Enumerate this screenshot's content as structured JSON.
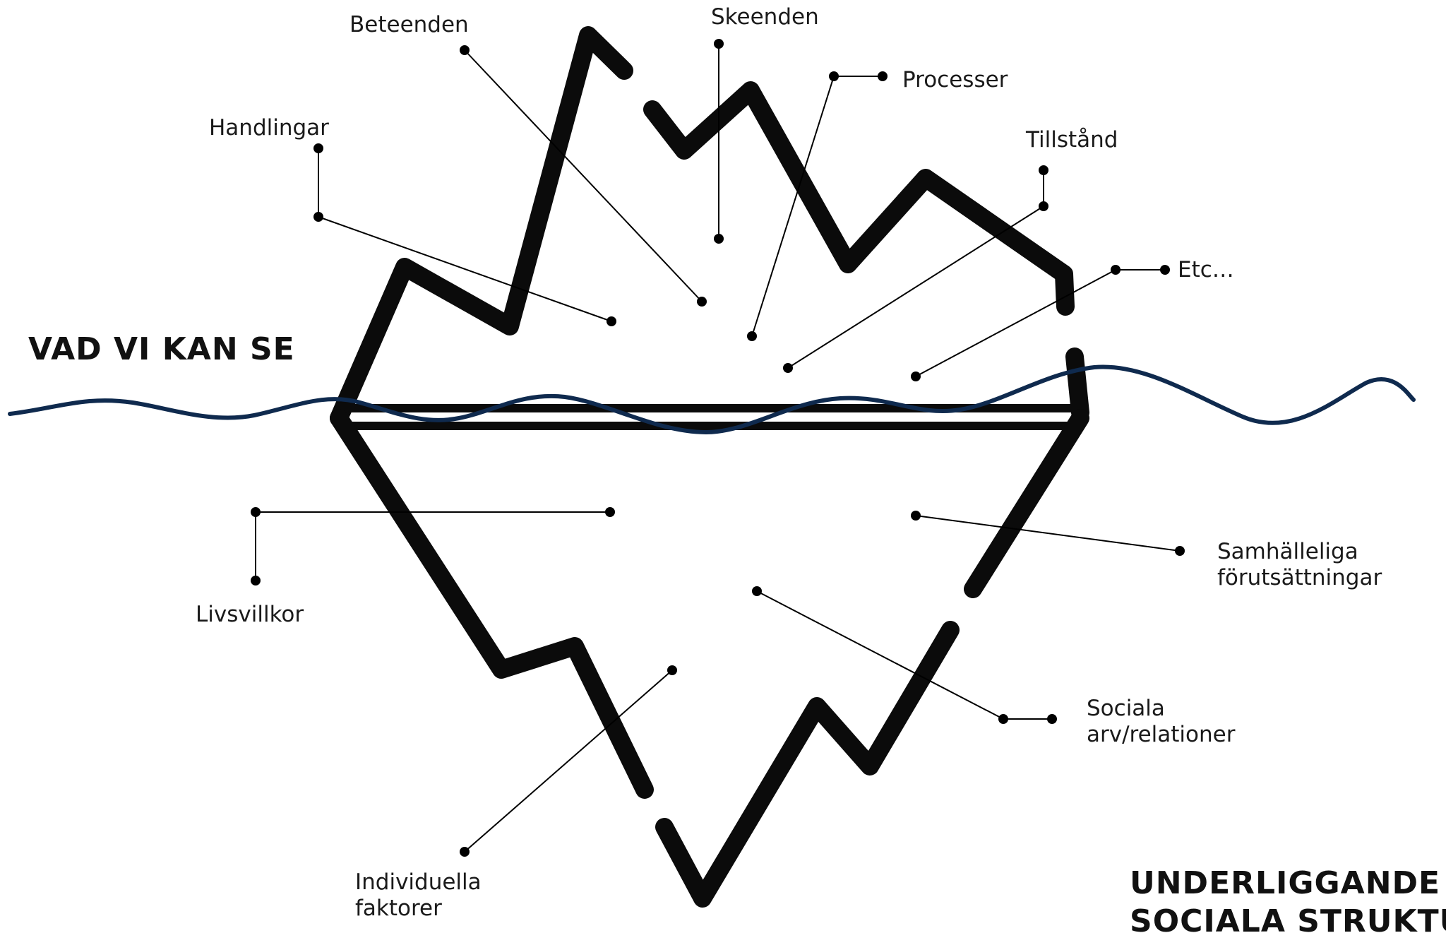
{
  "colors": {
    "iceberg": "#0b0b0b",
    "leader": "#000000",
    "water": "#0f2a4e",
    "text": "#1a1a1a"
  },
  "headings": {
    "above": "VAD VI KAN SE",
    "below_line1": "UNDERLIGGANDE",
    "below_line2": "SOCIALA STRUKTURER"
  },
  "labels_above": {
    "beteenden": "Beteenden",
    "skeenden": "Skeenden",
    "processer": "Processer",
    "handlingar": "Handlingar",
    "tillstand": "Tillstånd",
    "etc": "Etc…"
  },
  "labels_below": {
    "livsvillkor": "Livsvillkor",
    "samhalleliga_line1": "Samhälleliga",
    "samhalleliga_line2": "förutsättningar",
    "sociala_line1": "Sociala",
    "sociala_line2": "arv/relationer",
    "individuella_line1": "Individuella",
    "individuella_line2": "faktorer"
  }
}
